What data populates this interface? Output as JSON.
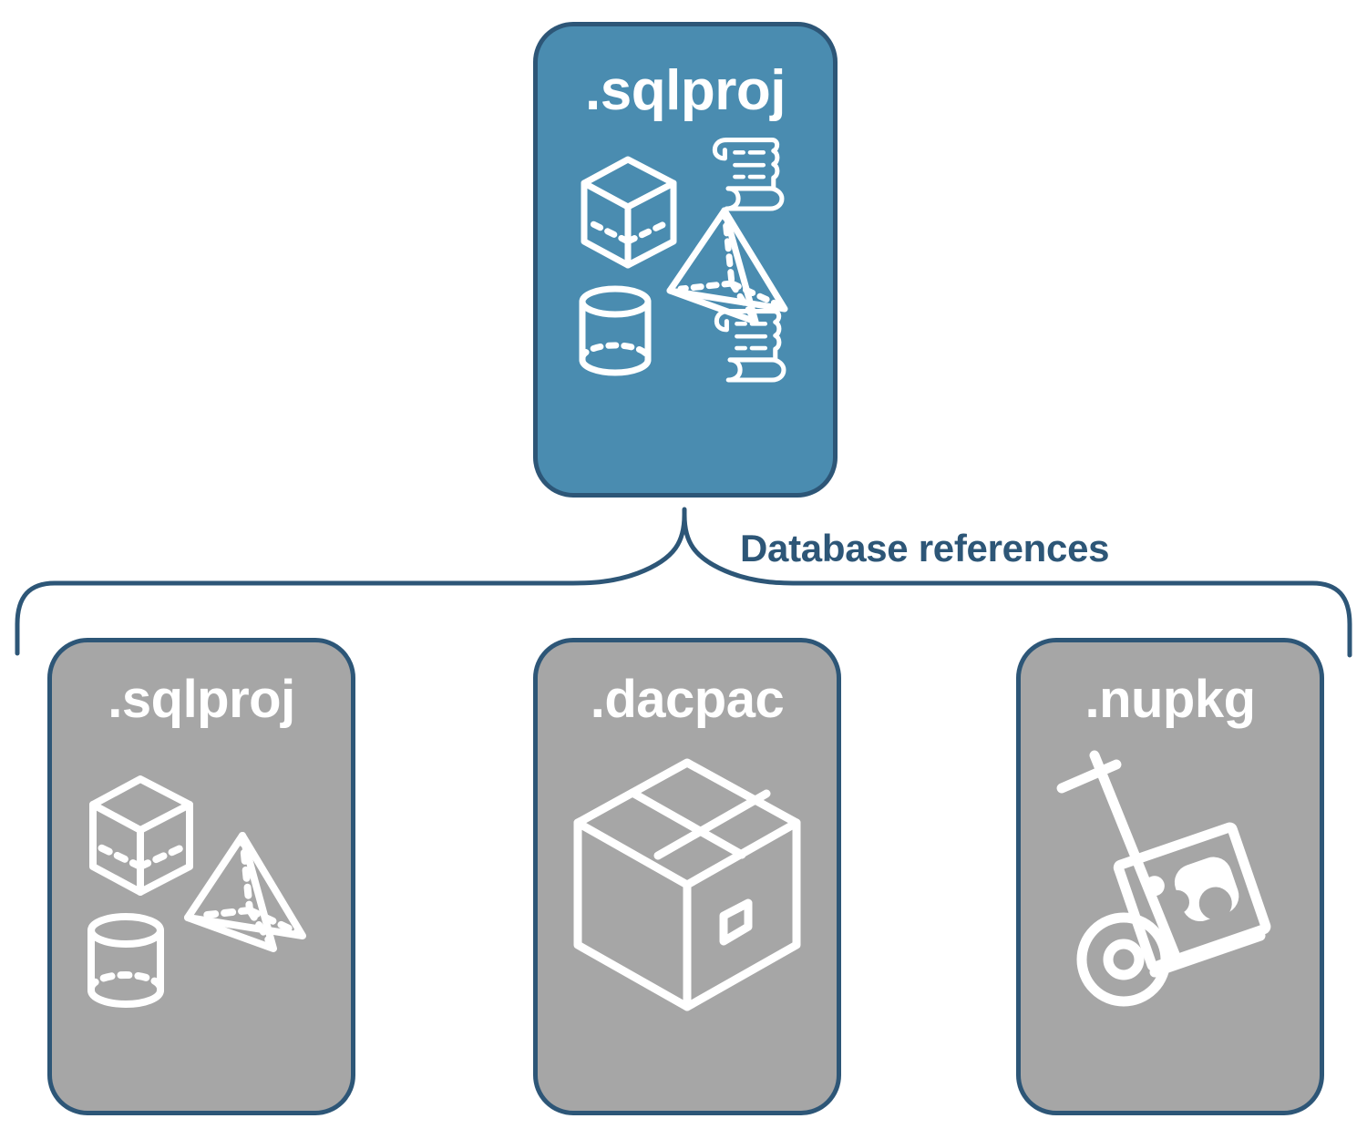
{
  "diagram": {
    "title": "Database references",
    "colors": {
      "root_card_fill": "#4a8cb0",
      "leaf_card_fill": "#a6a6a6",
      "border": "#2d5677",
      "label_text": "#2d5677",
      "card_title_text": "#ffffff",
      "icon_stroke": "#ffffff",
      "background": "#ffffff"
    },
    "root": {
      "label": ".sqlproj",
      "icons": [
        "database-shapes-icon",
        "scroll-icon",
        "scroll-icon"
      ]
    },
    "connector": {
      "label": "Database references",
      "type": "curly-brace"
    },
    "leaves": [
      {
        "label": ".sqlproj",
        "icon": "database-shapes-icon"
      },
      {
        "label": ".dacpac",
        "icon": "package-box-icon"
      },
      {
        "label": ".nupkg",
        "icon": "hand-truck-package-icon"
      }
    ]
  }
}
